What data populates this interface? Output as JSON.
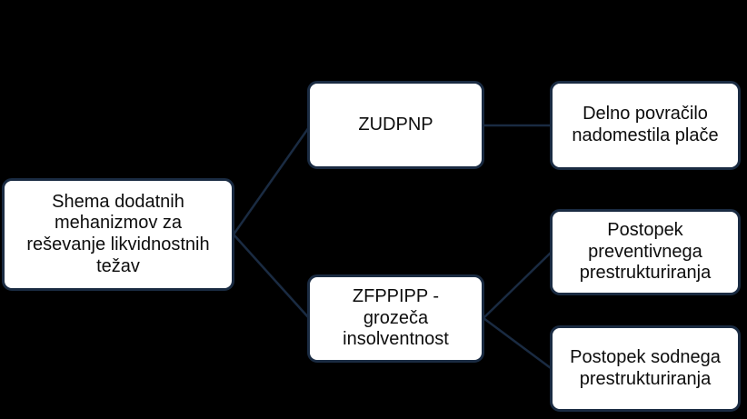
{
  "diagram": {
    "type": "hierarchy-flowchart",
    "colors": {
      "background_color": "#000000",
      "node_fill_color": "#ffffff",
      "node_border_color": "#1a2b42",
      "node_text_color": "#0d0d0d",
      "edge_color": "#1a2b42"
    },
    "nodes": {
      "root": {
        "label": "Shema dodatnih\nmehanizmov za\nreševanje likvidnostnih\ntežav"
      },
      "zudpnp": {
        "label": "ZUDPNP"
      },
      "delno": {
        "label": "Delno povračilo\nnadomestila plače"
      },
      "zfppipp": {
        "label": "ZFPPIPP -\ngrozeča\ninsolventnost"
      },
      "preventivnega": {
        "label": "Postopek\npreventivnega\nprestrukturiranja"
      },
      "sodnega": {
        "label": "Postopek sodnega\nprestrukturiranja"
      }
    },
    "edges": [
      {
        "from": "root",
        "to": "zudpnp"
      },
      {
        "from": "root",
        "to": "zfppipp"
      },
      {
        "from": "zudpnp",
        "to": "delno"
      },
      {
        "from": "zfppipp",
        "to": "preventivnega"
      },
      {
        "from": "zfppipp",
        "to": "sodnega"
      }
    ]
  }
}
